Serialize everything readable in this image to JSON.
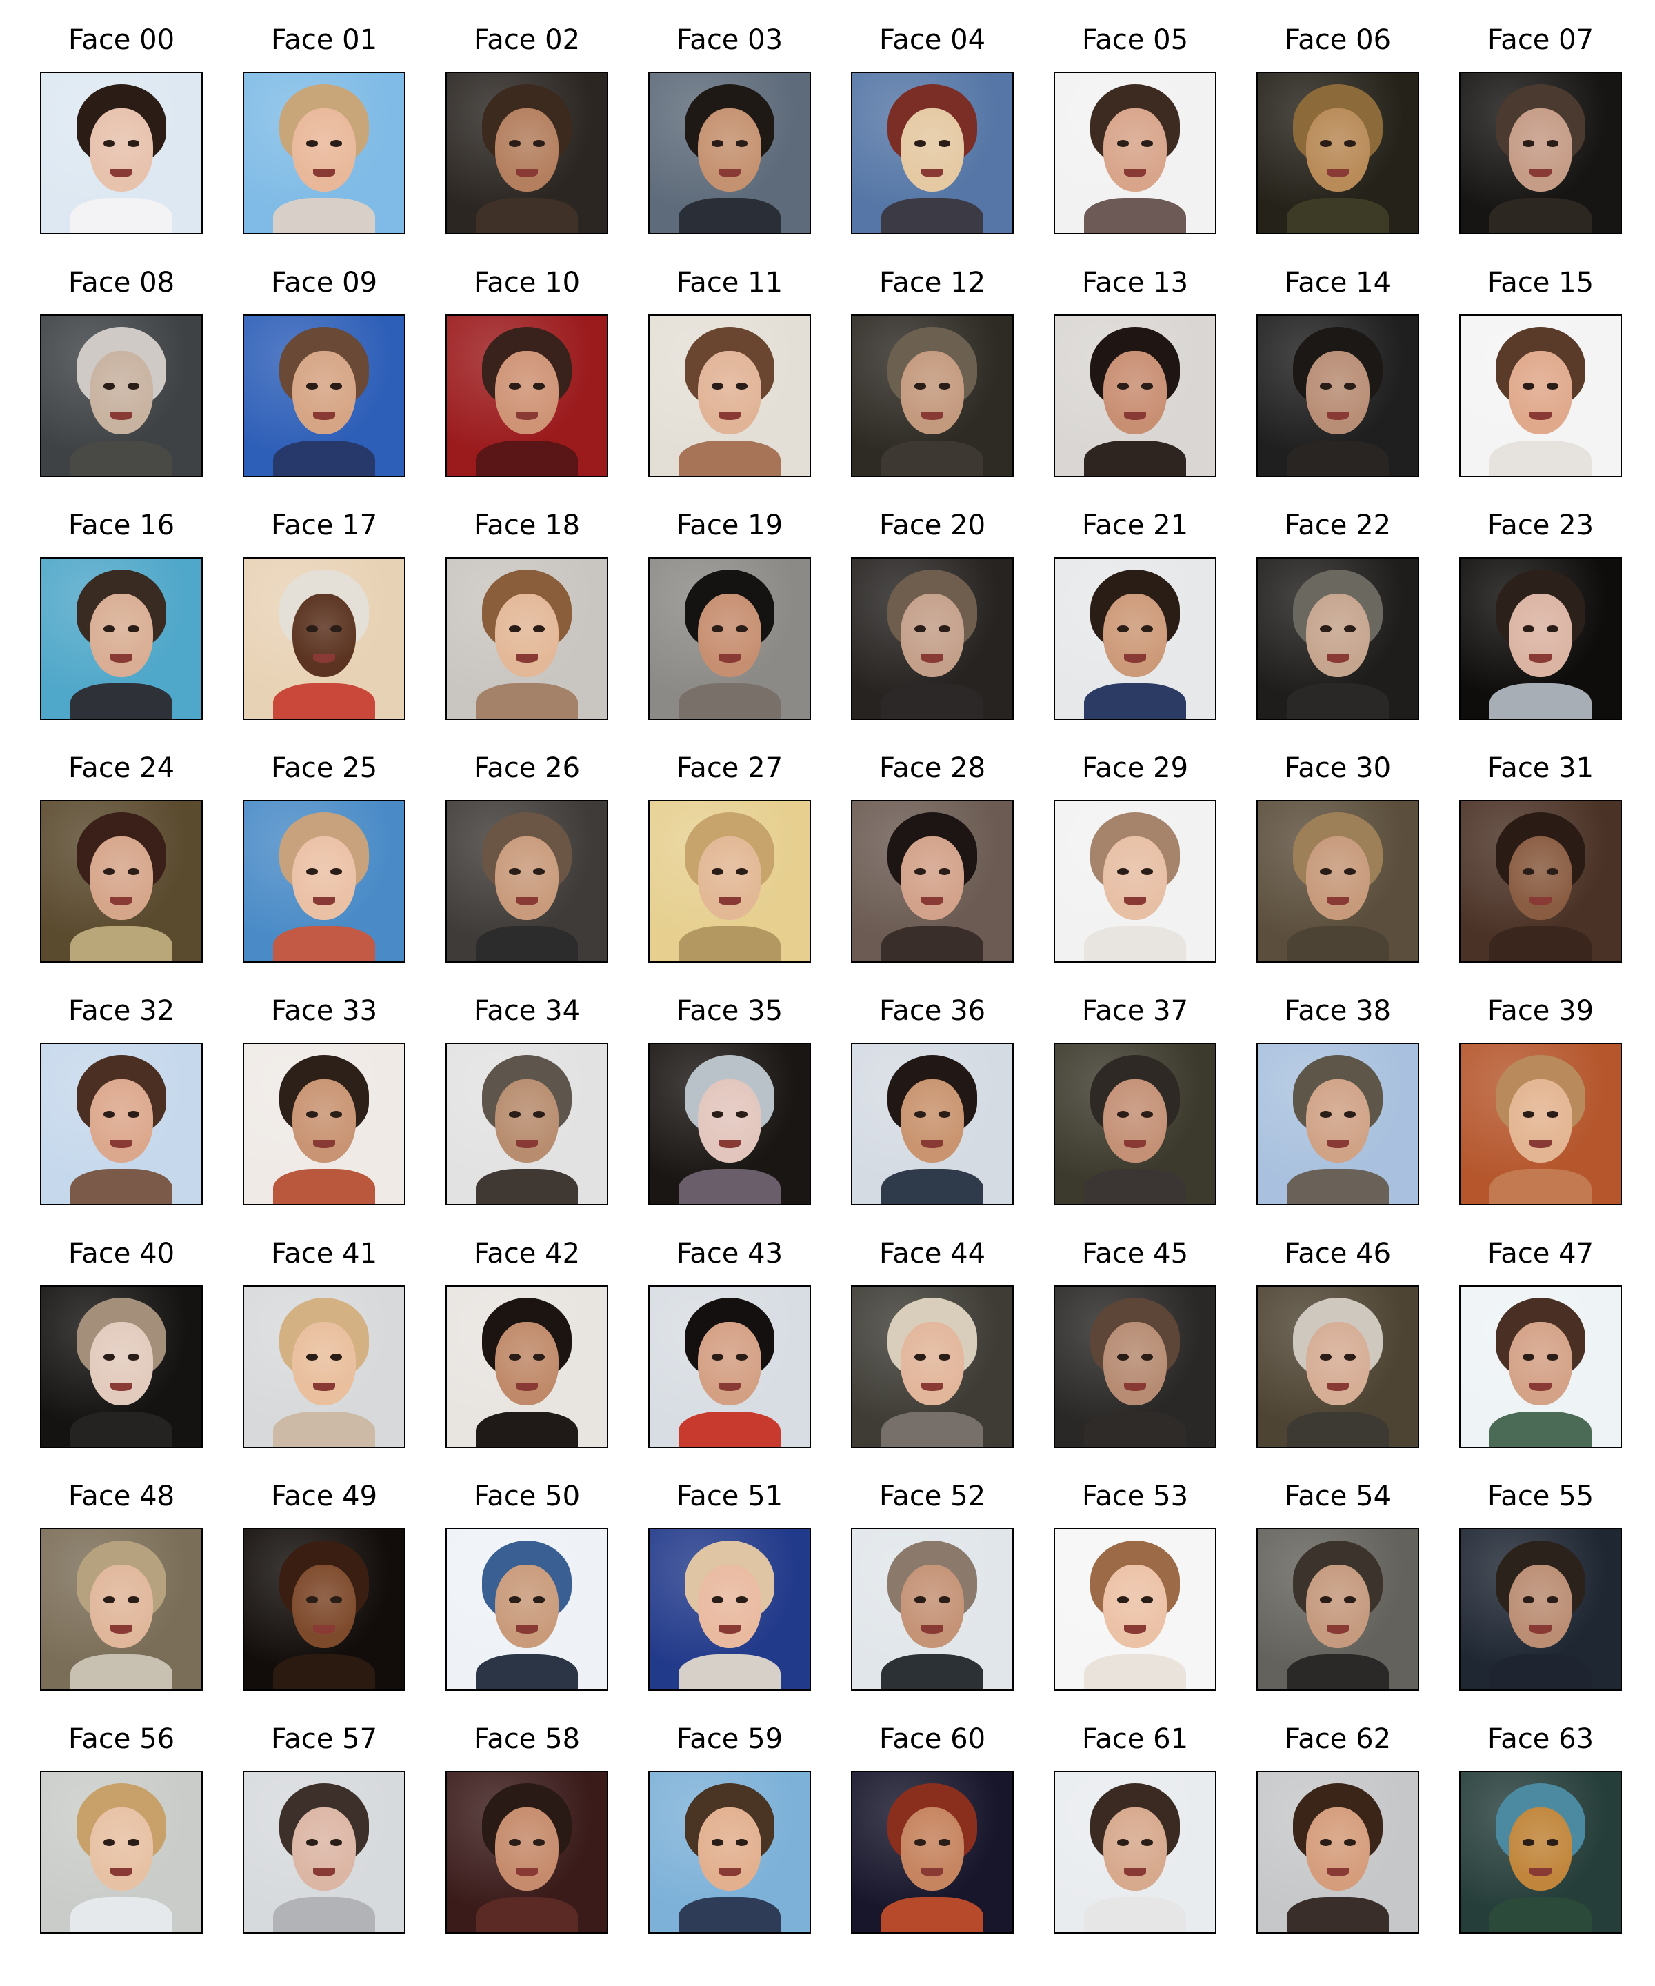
{
  "figure": {
    "faces": [
      {
        "label": "Face 00",
        "bg": "#dde8f2",
        "hair": "#2b1d16",
        "skin": "#e7c2ad",
        "shirt": "#f3f3f5"
      },
      {
        "label": "Face 01",
        "bg": "#7fbbe6",
        "hair": "#c9a57a",
        "skin": "#e9b89a",
        "shirt": "#d8d0c8"
      },
      {
        "label": "Face 02",
        "bg": "#2b2622",
        "hair": "#3c2a1f",
        "skin": "#b47f5f",
        "shirt": "#403128"
      },
      {
        "label": "Face 03",
        "bg": "#5e6b7a",
        "hair": "#1f1915",
        "skin": "#c59271",
        "shirt": "#2a2e36"
      },
      {
        "label": "Face 04",
        "bg": "#5576a6",
        "hair": "#7a2e26",
        "skin": "#e5c9a3",
        "shirt": "#3c3b45"
      },
      {
        "label": "Face 05",
        "bg": "#f2f2f2",
        "hair": "#3d2b22",
        "skin": "#d8a58b",
        "shirt": "#6d5a56"
      },
      {
        "label": "Face 06",
        "bg": "#25221a",
        "hair": "#8c6a3a",
        "skin": "#b98b58",
        "shirt": "#3d3a25"
      },
      {
        "label": "Face 07",
        "bg": "#171513",
        "hair": "#4b3a2f",
        "skin": "#c59c86",
        "shirt": "#2d2722"
      },
      {
        "label": "Face 08",
        "bg": "#3e4245",
        "hair": "#cfcac6",
        "skin": "#c8b2a0",
        "shirt": "#494a45"
      },
      {
        "label": "Face 09",
        "bg": "#2e5fb8",
        "hair": "#6a4a36",
        "skin": "#d6a585",
        "shirt": "#27386a"
      },
      {
        "label": "Face 10",
        "bg": "#9b1a1c",
        "hair": "#3a221c",
        "skin": "#cf9476",
        "shirt": "#5a1616"
      },
      {
        "label": "Face 11",
        "bg": "#e4dfd6",
        "hair": "#6a4530",
        "skin": "#e1b497",
        "shirt": "#a77457"
      },
      {
        "label": "Face 12",
        "bg": "#2e2a24",
        "hair": "#6c6050",
        "skin": "#c49a7e",
        "shirt": "#3d3932"
      },
      {
        "label": "Face 13",
        "bg": "#d9d6d3",
        "hair": "#1f1512",
        "skin": "#c98f73",
        "shirt": "#2e2420"
      },
      {
        "label": "Face 14",
        "bg": "#1f1f1f",
        "hair": "#1b1816",
        "skin": "#b98e76",
        "shirt": "#282523"
      },
      {
        "label": "Face 15",
        "bg": "#f4f4f4",
        "hair": "#5a3b2a",
        "skin": "#e0a98c",
        "shirt": "#e6e2de"
      },
      {
        "label": "Face 16",
        "bg": "#4fa7c9",
        "hair": "#3a2b22",
        "skin": "#d9ae94",
        "shirt": "#2e3138"
      },
      {
        "label": "Face 17",
        "bg": "#e8d2b5",
        "hair": "#e4e0d7",
        "skin": "#5b3320",
        "shirt": "#c9483a"
      },
      {
        "label": "Face 18",
        "bg": "#c9c5c0",
        "hair": "#8a5d3b",
        "skin": "#e3b898",
        "shirt": "#a4826a"
      },
      {
        "label": "Face 19",
        "bg": "#8c8a86",
        "hair": "#151212",
        "skin": "#c78f71",
        "shirt": "#7a706a"
      },
      {
        "label": "Face 20",
        "bg": "#262321",
        "hair": "#6f5e4e",
        "skin": "#c4a08a",
        "shirt": "#2b2827"
      },
      {
        "label": "Face 21",
        "bg": "#e6e8ea",
        "hair": "#2a1d16",
        "skin": "#cd9a79",
        "shirt": "#2b3b64"
      },
      {
        "label": "Face 22",
        "bg": "#1e1d1b",
        "hair": "#6b6860",
        "skin": "#c6a58e",
        "shirt": "#2a2826"
      },
      {
        "label": "Face 23",
        "bg": "#0f0d0c",
        "hair": "#2b201a",
        "skin": "#dbb4a3",
        "shirt": "#a7aeb6"
      },
      {
        "label": "Face 24",
        "bg": "#5a4a2e",
        "hair": "#3a2019",
        "skin": "#d6a68b",
        "shirt": "#b9a77a"
      },
      {
        "label": "Face 25",
        "bg": "#4a8bc7",
        "hair": "#c7a27c",
        "skin": "#ebc1a6",
        "shirt": "#c25a45"
      },
      {
        "label": "Face 26",
        "bg": "#3f3b38",
        "hair": "#6b5645",
        "skin": "#c99b7c",
        "shirt": "#2c2c2c"
      },
      {
        "label": "Face 27",
        "bg": "#e6cf8f",
        "hair": "#c6a46b",
        "skin": "#e2b895",
        "shirt": "#b49861"
      },
      {
        "label": "Face 28",
        "bg": "#6b5b52",
        "hair": "#1c1514",
        "skin": "#d3a28a",
        "shirt": "#3a2e2a"
      },
      {
        "label": "Face 29",
        "bg": "#f2f2f2",
        "hair": "#a6846b",
        "skin": "#e7bfa5",
        "shirt": "#e8e4df"
      },
      {
        "label": "Face 30",
        "bg": "#5b4e3c",
        "hair": "#9d8058",
        "skin": "#c79a7b",
        "shirt": "#4d4335"
      },
      {
        "label": "Face 31",
        "bg": "#4b3226",
        "hair": "#2a1c15",
        "skin": "#8a5d42",
        "shirt": "#3a261d"
      },
      {
        "label": "Face 32",
        "bg": "#c6d8ec",
        "hair": "#4a2f22",
        "skin": "#dca88d",
        "shirt": "#7b5a4a"
      },
      {
        "label": "Face 33",
        "bg": "#efeae6",
        "hair": "#2d2018",
        "skin": "#c99473",
        "shirt": "#b9583c"
      },
      {
        "label": "Face 34",
        "bg": "#e2e2e2",
        "hair": "#5e554c",
        "skin": "#b88d6f",
        "shirt": "#403833"
      },
      {
        "label": "Face 35",
        "bg": "#1a1614",
        "hair": "#b9c1c9",
        "skin": "#e2c6bd",
        "shirt": "#6b5e6b"
      },
      {
        "label": "Face 36",
        "bg": "#d5dbe3",
        "hair": "#211816",
        "skin": "#c9946f",
        "shirt": "#2f3a4b"
      },
      {
        "label": "Face 37",
        "bg": "#3c3a2c",
        "hair": "#2f2925",
        "skin": "#c49176",
        "shirt": "#3b3533"
      },
      {
        "label": "Face 38",
        "bg": "#a9c1de",
        "hair": "#5f564a",
        "skin": "#d0a387",
        "shirt": "#6a6258"
      },
      {
        "label": "Face 39",
        "bg": "#b5562c",
        "hair": "#b98a5b",
        "skin": "#e3b592",
        "shirt": "#c37a50"
      },
      {
        "label": "Face 40",
        "bg": "#141312",
        "hair": "#a48f7a",
        "skin": "#e2cbbd",
        "shirt": "#252321"
      },
      {
        "label": "Face 41",
        "bg": "#d7d9db",
        "hair": "#d4b183",
        "skin": "#e9bf9d",
        "shirt": "#cdbaa6"
      },
      {
        "label": "Face 42",
        "bg": "#e8e4e0",
        "hair": "#1b1411",
        "skin": "#c08a6a",
        "shirt": "#1f1a18"
      },
      {
        "label": "Face 43",
        "bg": "#d8dde3",
        "hair": "#141010",
        "skin": "#d4a084",
        "shirt": "#c93a2e"
      },
      {
        "label": "Face 44",
        "bg": "#3e3c35",
        "hair": "#d9cdbb",
        "skin": "#e2b69b",
        "shirt": "#77706a"
      },
      {
        "label": "Face 45",
        "bg": "#2a2826",
        "hair": "#5d4638",
        "skin": "#b78c73",
        "shirt": "#2f2b28"
      },
      {
        "label": "Face 46",
        "bg": "#4e4433",
        "hair": "#cfc8bf",
        "skin": "#d6ad95",
        "shirt": "#3d3a34"
      },
      {
        "label": "Face 47",
        "bg": "#eef3f6",
        "hair": "#4a3024",
        "skin": "#d4a287",
        "shirt": "#4b6b56"
      },
      {
        "label": "Face 48",
        "bg": "#7b6e58",
        "hair": "#b6a27e",
        "skin": "#e0b79b",
        "shirt": "#c8c0b0"
      },
      {
        "label": "Face 49",
        "bg": "#120d0a",
        "hair": "#3a1e12",
        "skin": "#7e4a2c",
        "shirt": "#2b1a10"
      },
      {
        "label": "Face 50",
        "bg": "#eef2f7",
        "hair": "#3a5f93",
        "skin": "#c99b7b",
        "shirt": "#2b3545"
      },
      {
        "label": "Face 51",
        "bg": "#223a8a",
        "hair": "#e0c5a4",
        "skin": "#e9baa0",
        "shirt": "#d7d0c9"
      },
      {
        "label": "Face 52",
        "bg": "#e1e6ea",
        "hair": "#8b7a6c",
        "skin": "#c59376",
        "shirt": "#2c3136"
      },
      {
        "label": "Face 53",
        "bg": "#f6f6f6",
        "hair": "#9c6a47",
        "skin": "#ecc2a7",
        "shirt": "#e9e3dc"
      },
      {
        "label": "Face 54",
        "bg": "#63625c",
        "hair": "#3c342c",
        "skin": "#c59a7e",
        "shirt": "#2a2928"
      },
      {
        "label": "Face 55",
        "bg": "#1f2733",
        "hair": "#2c221c",
        "skin": "#bb8e74",
        "shirt": "#1e2530"
      },
      {
        "label": "Face 56",
        "bg": "#c9ccc8",
        "hair": "#c7a06a",
        "skin": "#e7c1a4",
        "shirt": "#e5e9ec"
      },
      {
        "label": "Face 57",
        "bg": "#d7dadd",
        "hair": "#3d302b",
        "skin": "#dcb6a5",
        "shirt": "#b2b3b7"
      },
      {
        "label": "Face 58",
        "bg": "#3a1b1a",
        "hair": "#2a1a16",
        "skin": "#c68b6c",
        "shirt": "#5b2a24"
      },
      {
        "label": "Face 59",
        "bg": "#7db1d8",
        "hair": "#4a3424",
        "skin": "#e2b08f",
        "shirt": "#2e3c58"
      },
      {
        "label": "Face 60",
        "bg": "#17162b",
        "hair": "#8a2e1e",
        "skin": "#c6845f",
        "shirt": "#b64a2a"
      },
      {
        "label": "Face 61",
        "bg": "#e9ecef",
        "hair": "#3a2a22",
        "skin": "#d7a98d",
        "shirt": "#e6e6e6"
      },
      {
        "label": "Face 62",
        "bg": "#c6c7c9",
        "hair": "#3a2518",
        "skin": "#d59d7c",
        "shirt": "#3a2e2a"
      },
      {
        "label": "Face 63",
        "bg": "#263e3a",
        "hair": "#4c8aa2",
        "skin": "#c1863c",
        "shirt": "#2b4a3a"
      }
    ]
  }
}
